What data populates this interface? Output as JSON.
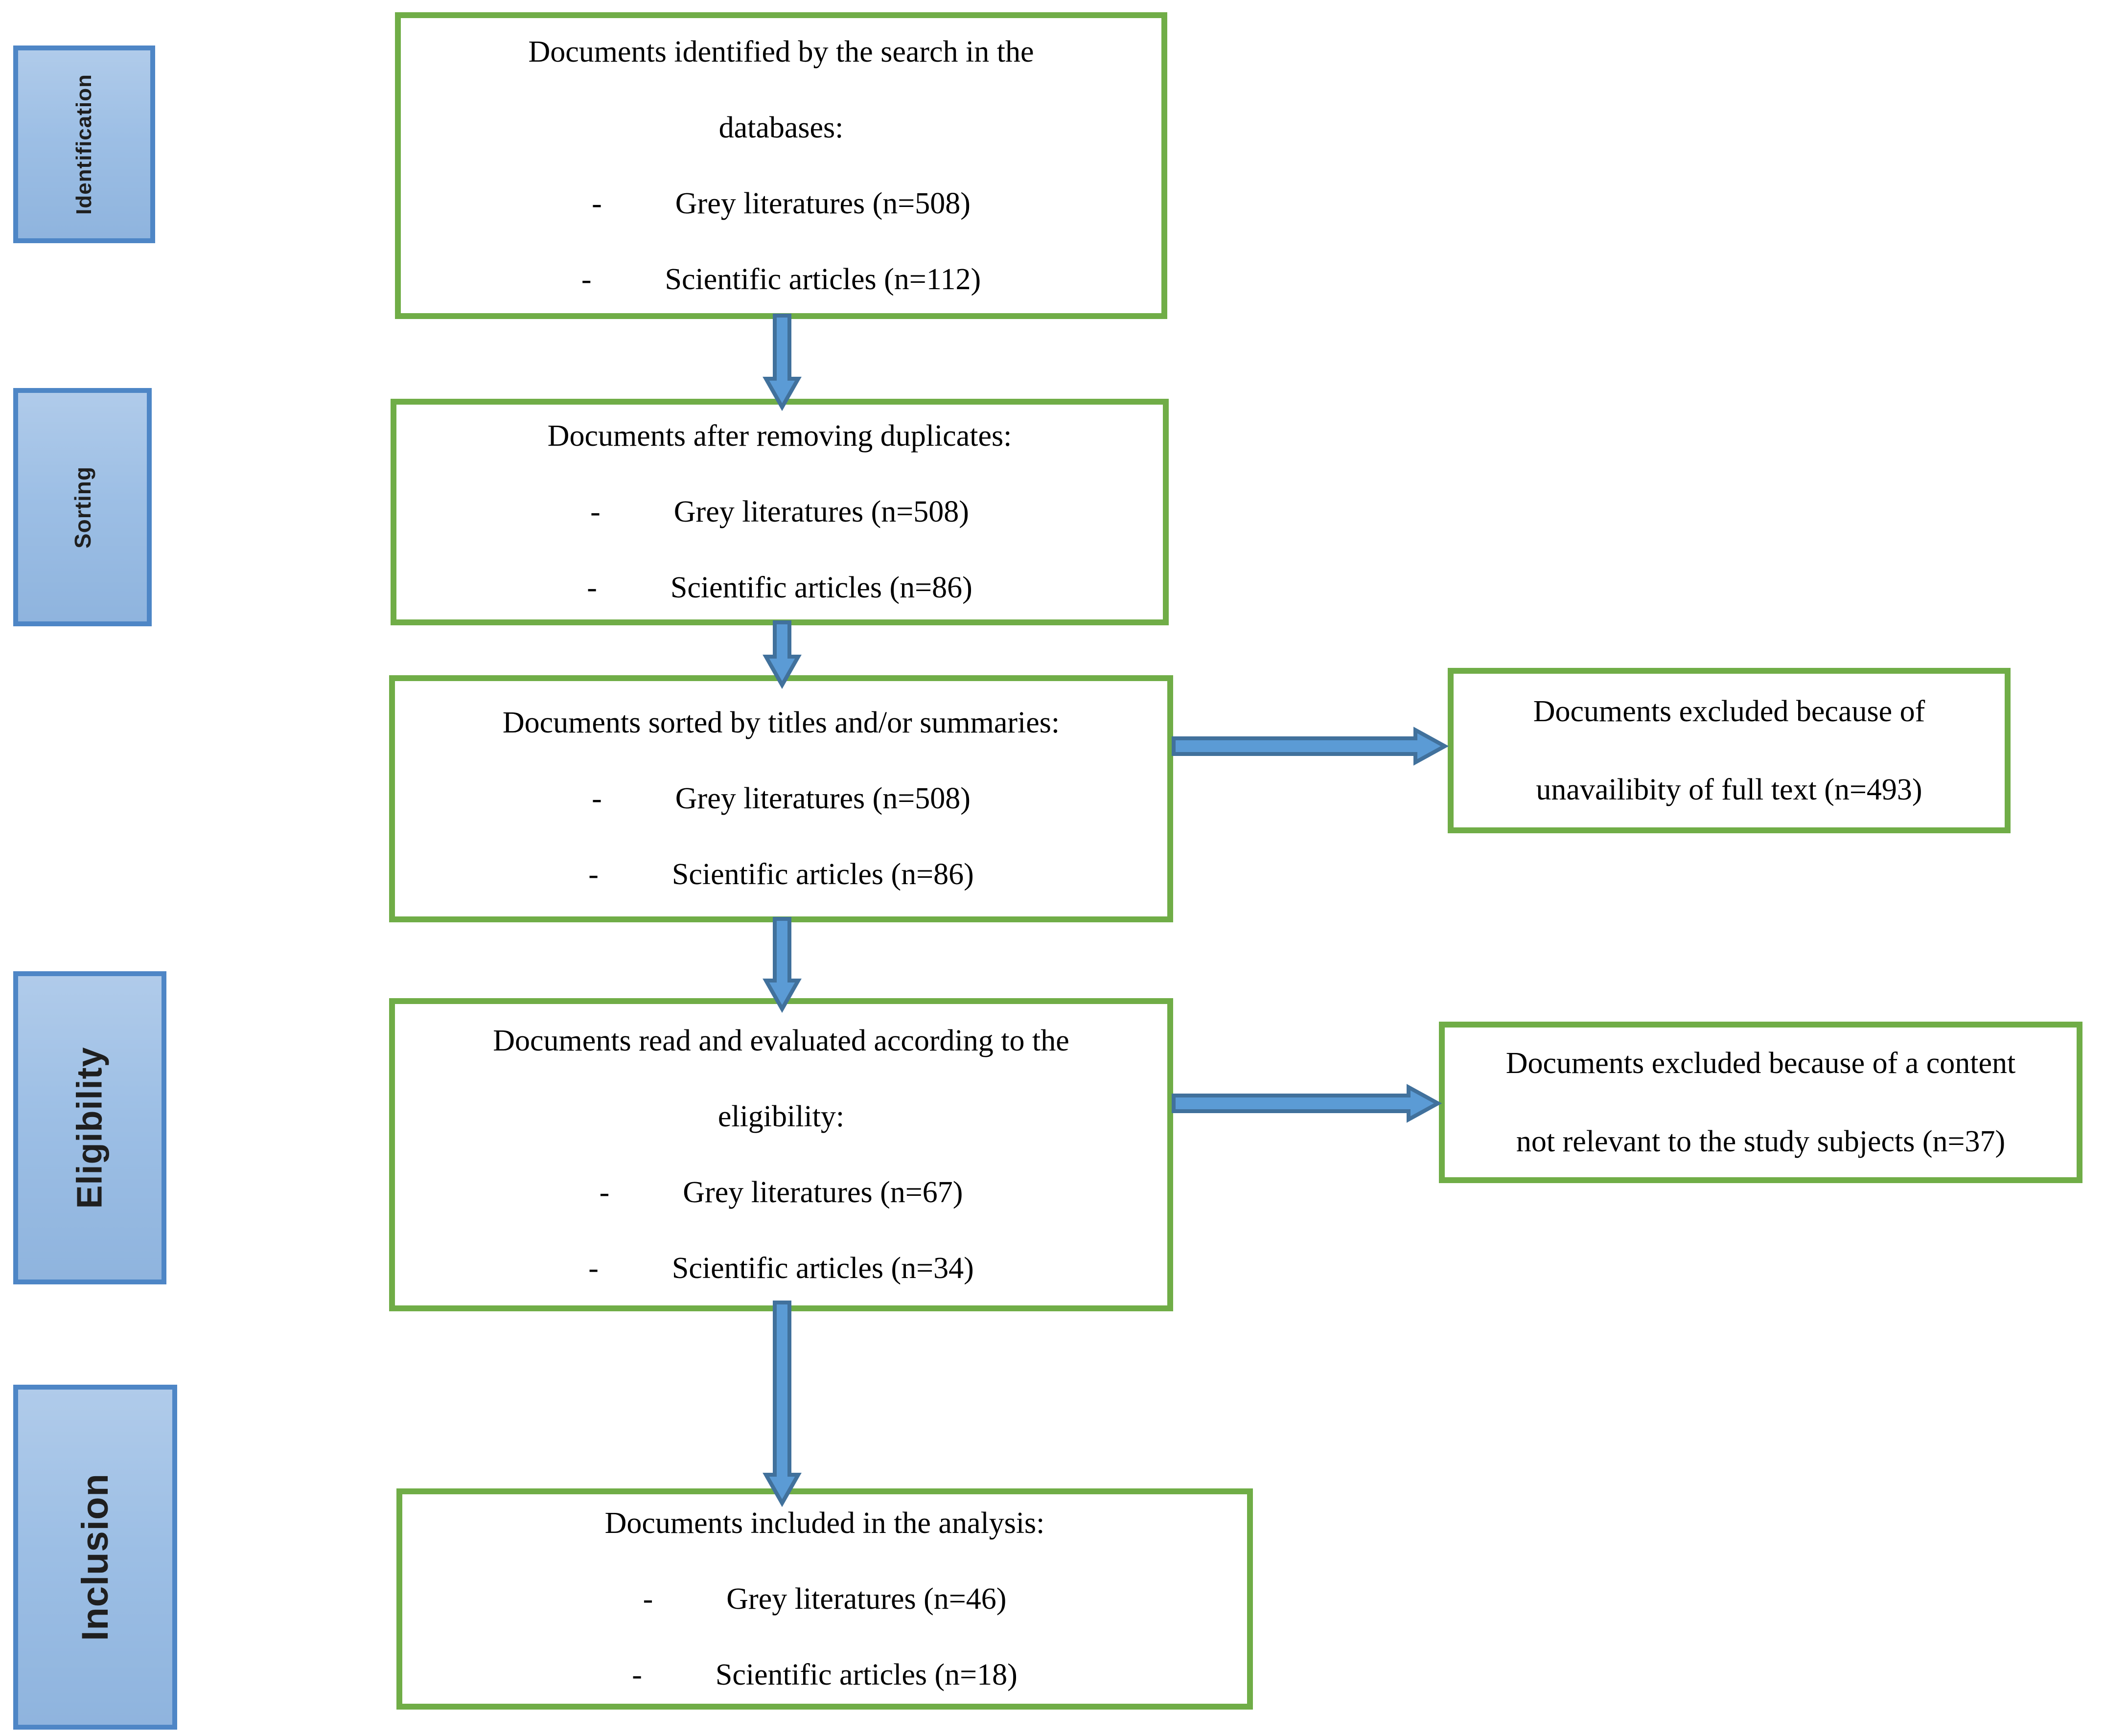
{
  "palette": {
    "flow_box_border_green": "#70ad47",
    "arrow_fill_blue": "#5b9bd5",
    "arrow_outline_blue": "#41719c",
    "stage_box_border_blue": "#4e86c6",
    "stage_box_fill_light_blue_top": "#b0cbea",
    "stage_box_fill_light_blue_bottom": "#8fb4de",
    "text_color": "#000000"
  },
  "bullet_marker": "-",
  "stages": [
    {
      "id": "identification",
      "label": "Identification"
    },
    {
      "id": "sorting",
      "label": "Sorting"
    },
    {
      "id": "eligibility",
      "label": "Eligibility"
    },
    {
      "id": "inclusion",
      "label": "Inclusion"
    }
  ],
  "flow_boxes": [
    {
      "id": "identified",
      "title_lines": [
        "Documents identified by the search in the",
        "databases:"
      ],
      "bullets": [
        "Grey literatures (n=508)",
        "Scientific articles (n=112)"
      ]
    },
    {
      "id": "deduplicated",
      "title_lines": [
        "Documents after removing duplicates:"
      ],
      "bullets": [
        "Grey literatures (n=508)",
        "Scientific articles (n=86)"
      ]
    },
    {
      "id": "sorted",
      "title_lines": [
        "Documents sorted by titles and/or summaries:"
      ],
      "bullets": [
        "Grey literatures (n=508)",
        "Scientific articles (n=86)"
      ]
    },
    {
      "id": "evaluated",
      "title_lines": [
        "Documents read and evaluated according to the",
        "eligibility:"
      ],
      "bullets": [
        "Grey literatures (n=67)",
        "Scientific articles (n=34)"
      ]
    },
    {
      "id": "included",
      "title_lines": [
        "Documents included in the analysis:"
      ],
      "bullets": [
        "Grey literatures (n=46)",
        "Scientific articles (n=18)"
      ]
    }
  ],
  "exclusion_boxes": [
    {
      "id": "excluded-fulltext",
      "lines": [
        "Documents excluded because of",
        "unavailibity of full text (n=493)"
      ]
    },
    {
      "id": "excluded-relevance",
      "lines": [
        "Documents excluded because of a content",
        "not relevant to the study subjects (n=37)"
      ]
    }
  ]
}
